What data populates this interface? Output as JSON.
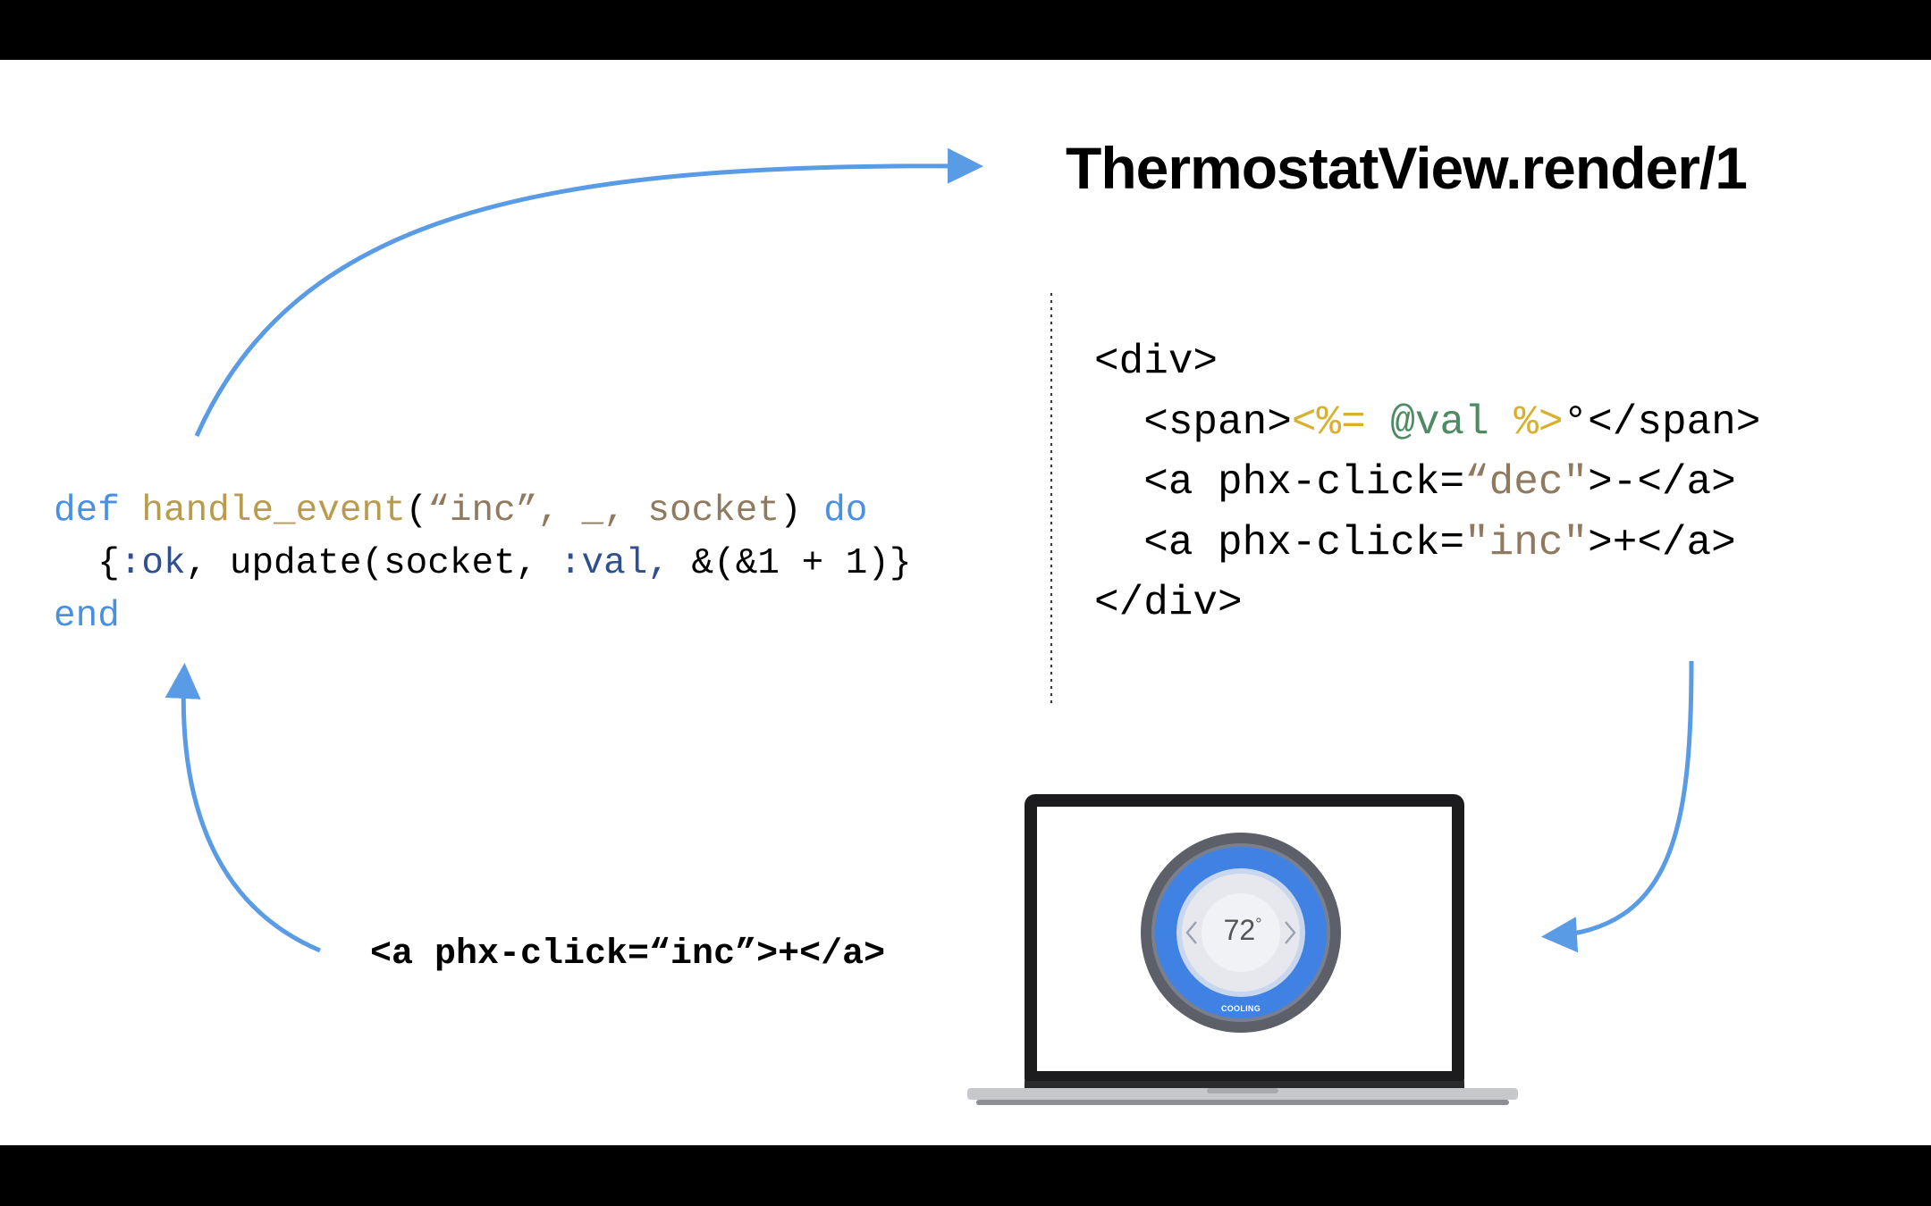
{
  "title": "ThermostatView.render/1",
  "handle_event_code": {
    "def": "def",
    "fn_name": "handle_event",
    "paren_open": "(",
    "arg_event": "“inc”",
    "comma1": ", ",
    "arg_params": "_",
    "comma2": ", ",
    "arg_socket": "socket",
    "paren_close": ")",
    "do": " do",
    "indent": "  ",
    "brace_open": "{",
    "ok_atom": ":ok",
    "update_call": ", update(socket, ",
    "val_atom": ":val,",
    "capture": " &(&1 + 1)}",
    "end": "end"
  },
  "template_code": {
    "div_open": "<div>",
    "span_indent": "  ",
    "span_open": "<span>",
    "eex_open": "<%=",
    "space1": " ",
    "assign": "@val",
    "space2": " ",
    "eex_close": "%>",
    "span_tail": "°</span>",
    "a_dec_prefix": "  <a phx-click=",
    "a_dec_value": "“dec\"",
    "a_dec_suffix": ">-</a>",
    "a_inc_prefix": "  <a phx-click=",
    "a_inc_value": "\"inc\"",
    "a_inc_suffix": ">+</a>",
    "div_close": "</div>"
  },
  "event_tag": "<a phx-click=“inc”>+</a>",
  "thermostat": {
    "temperature": "72",
    "unit": "°",
    "mode": "COOLING"
  },
  "colors": {
    "arrow": "#5a9be6",
    "keyword": "#4a90e2",
    "function": "#b89b4d",
    "string": "#8f7a5f",
    "atom": "#2f4f8f",
    "assign": "#4e8a63",
    "eex": "#d8b02d",
    "dial": "#3f82e3"
  },
  "icons": {
    "left": "chevron-left-icon",
    "right": "chevron-right-icon"
  }
}
